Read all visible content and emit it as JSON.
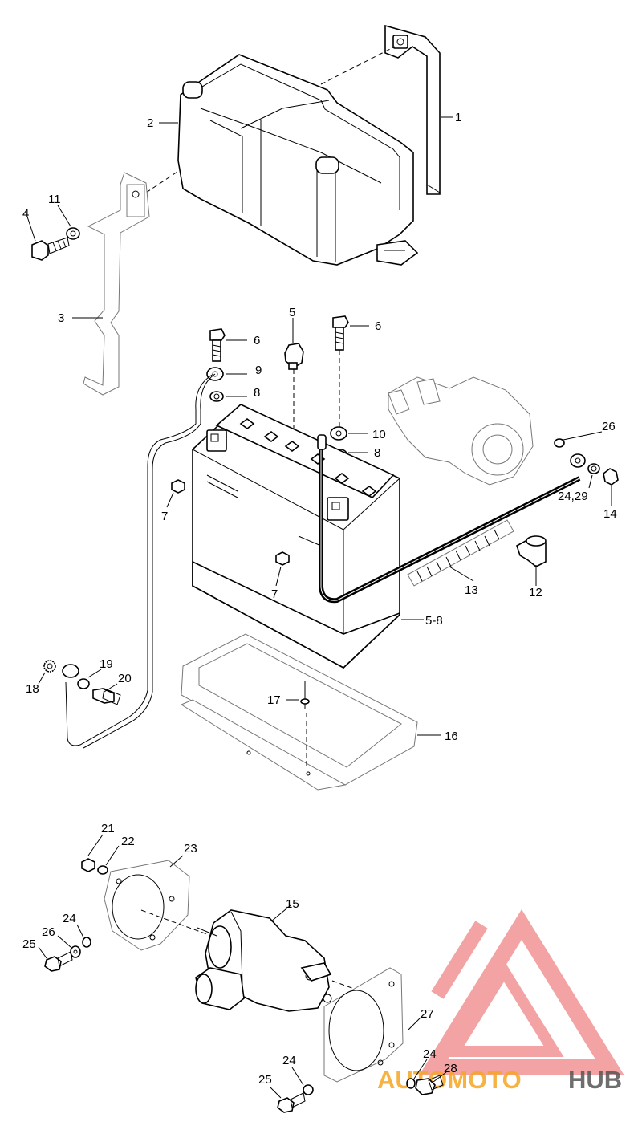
{
  "diagram": {
    "callouts": [
      "1",
      "2",
      "3",
      "4",
      "11",
      "5",
      "6",
      "6",
      "9",
      "8",
      "10",
      "8",
      "7",
      "7",
      "26",
      "24,29",
      "14",
      "13",
      "12",
      "5-8",
      "18",
      "19",
      "20",
      "17",
      "16",
      "21",
      "22",
      "23",
      "15",
      "24",
      "26",
      "25",
      "27",
      "24",
      "25",
      "24",
      "28"
    ]
  },
  "watermark": {
    "part1": "AUTOMOTO",
    "part2": "HUB",
    "color_primary": "#f08a8a",
    "color_secondary": "#f5a623",
    "color_dark": "#555555"
  }
}
